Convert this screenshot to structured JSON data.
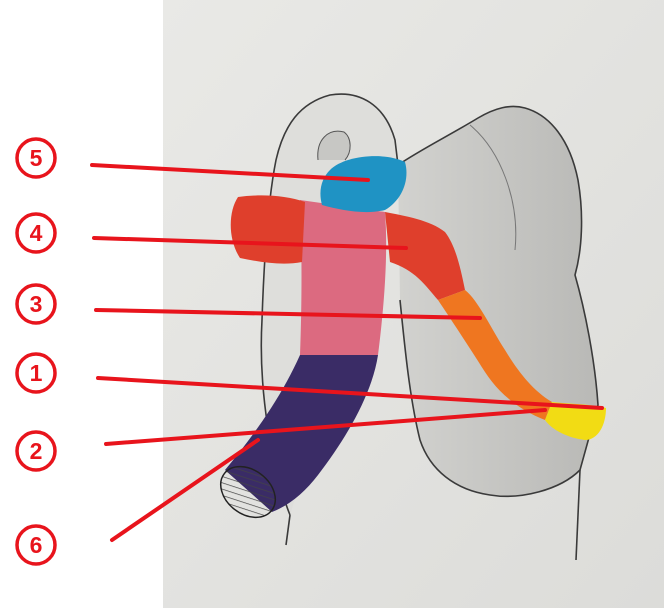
{
  "colors": {
    "paper": "#e2e2df",
    "pointer": "#e8141c",
    "segment_5": "#1f93c4",
    "segment_4": "#df3f2c",
    "segment_4_center": "#dc6a80",
    "segment_3": "#ef7620",
    "segment_1": "#f2dc14",
    "segment_2": "#3a2c66",
    "segment_6_hatch": "#444444"
  },
  "labels": [
    {
      "id": "5",
      "text": "5"
    },
    {
      "id": "4",
      "text": "4"
    },
    {
      "id": "3",
      "text": "3"
    },
    {
      "id": "1",
      "text": "1"
    },
    {
      "id": "2",
      "text": "2"
    },
    {
      "id": "6",
      "text": "6"
    }
  ]
}
